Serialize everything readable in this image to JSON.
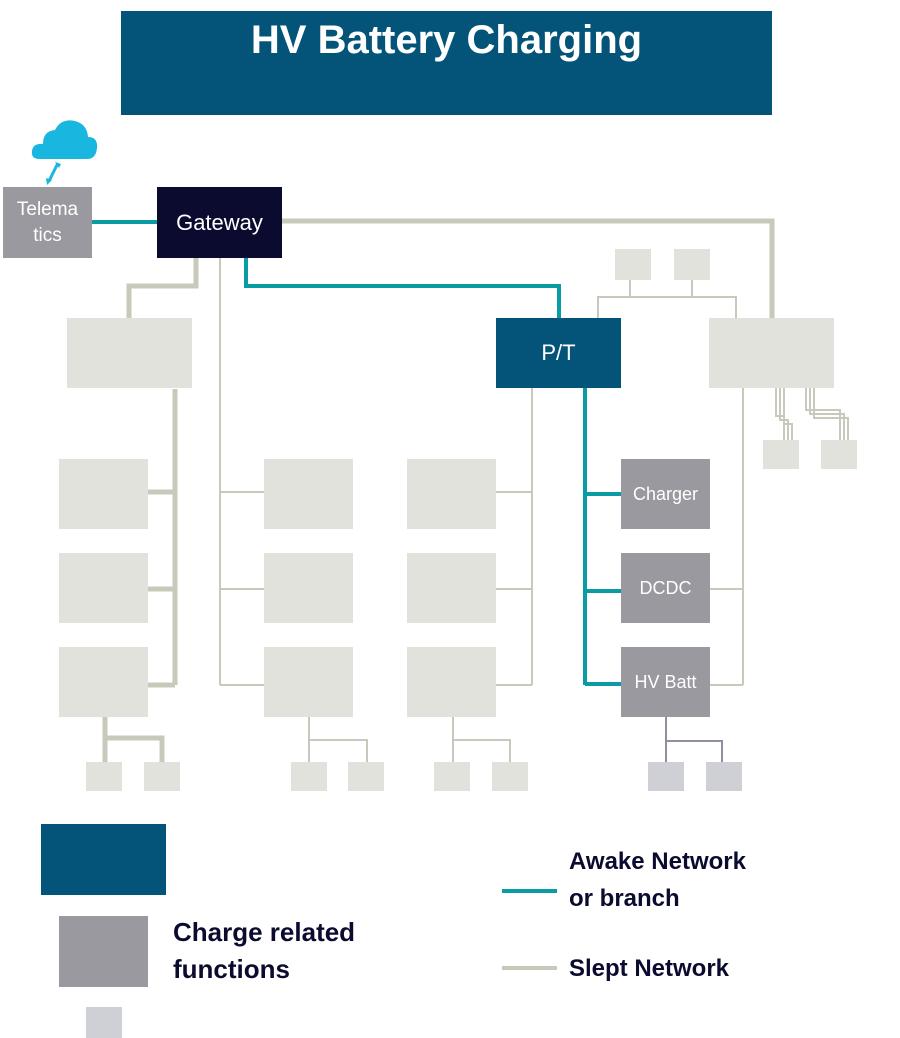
{
  "title": "HV Battery Charging",
  "nodes": {
    "telematics": "Telema\ntics",
    "gateway": "Gateway",
    "pt": "P/T",
    "charger": "Charger",
    "dcdc": "DCDC",
    "hv_batt": "HV Batt"
  },
  "legend": {
    "charge_related": "Charge related\nfunctions",
    "awake": "Awake Network\nor branch",
    "slept": "Slept Network"
  },
  "colors": {
    "title_bg": "#045378",
    "gateway_bg": "#0b0b30",
    "charge_related_bg": "#99999f",
    "awake_line": "#0a9ca4",
    "slept_line": "#c9c9bb",
    "inactive_ecu": "#e2e2dd",
    "cloud": "#19b6e0"
  }
}
